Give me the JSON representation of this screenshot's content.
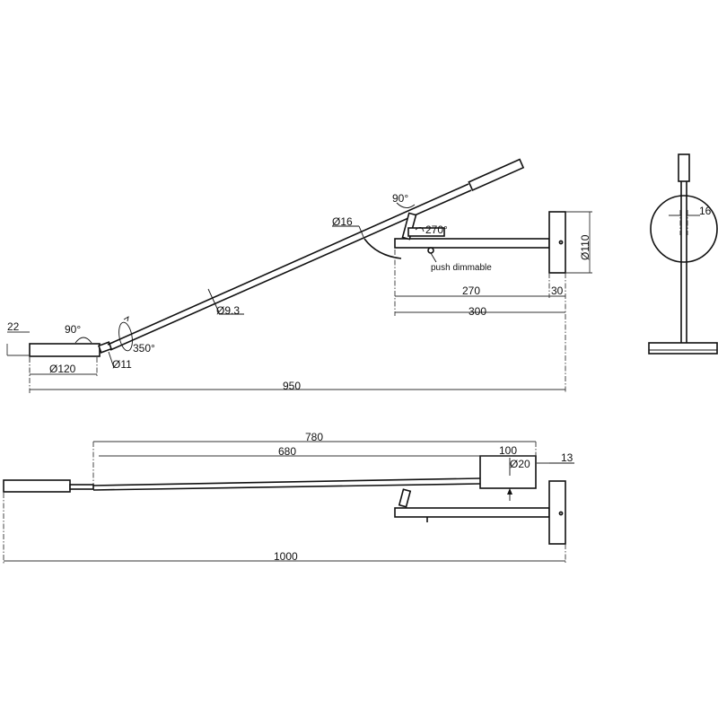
{
  "side_view": {
    "dim_base_height": "22",
    "base_angle": "90°",
    "dim_base_diameter": "Ø120",
    "dim_joint_diameter": "Ø11",
    "rotation_350": "350°",
    "dim_rod_diameter": "Ø9.3",
    "dim_arm_diameter": "Ø16",
    "top_angle": "90°",
    "rotation_270": "270°",
    "switch_note": "push dimmable",
    "dim_plate_diameter": "Ø110",
    "dim_270": "270",
    "dim_30": "30",
    "dim_300": "300",
    "dim_950": "950"
  },
  "front_view": {
    "dim_16": "16"
  },
  "top_view": {
    "dim_780": "780",
    "dim_680": "680",
    "dim_100": "100",
    "dim_diameter_20": "Ø20",
    "dim_13": "13",
    "dim_1000": "1000"
  }
}
